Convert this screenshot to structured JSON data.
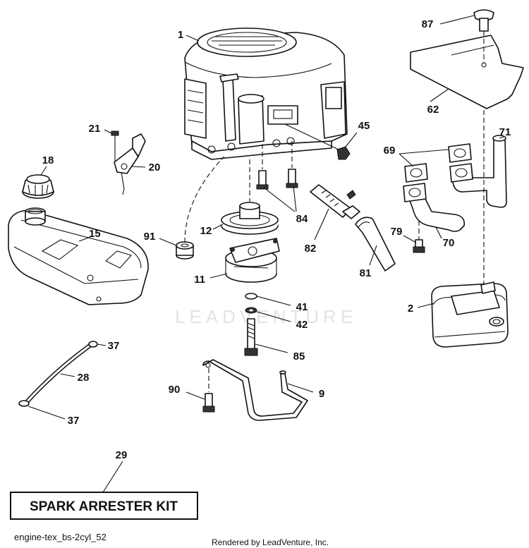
{
  "watermark": "LEADVENTURE",
  "kit_label": "SPARK ARRESTER KIT",
  "diagram_id": "engine-tex_bs-2cyl_52",
  "rendered_by": "Rendered by LeadVenture, Inc.",
  "callouts": {
    "c1": "1",
    "c2": "2",
    "c9": "9",
    "c11": "11",
    "c12": "12",
    "c15": "15",
    "c18": "18",
    "c20": "20",
    "c21": "21",
    "c28": "28",
    "c29": "29",
    "c37a": "37",
    "c37b": "37",
    "c41": "41",
    "c42": "42",
    "c45": "45",
    "c62": "62",
    "c69": "69",
    "c70": "70",
    "c71": "71",
    "c79": "79",
    "c81": "81",
    "c82": "82",
    "c84": "84",
    "c85": "85",
    "c87": "87",
    "c90": "90",
    "c91": "91"
  }
}
